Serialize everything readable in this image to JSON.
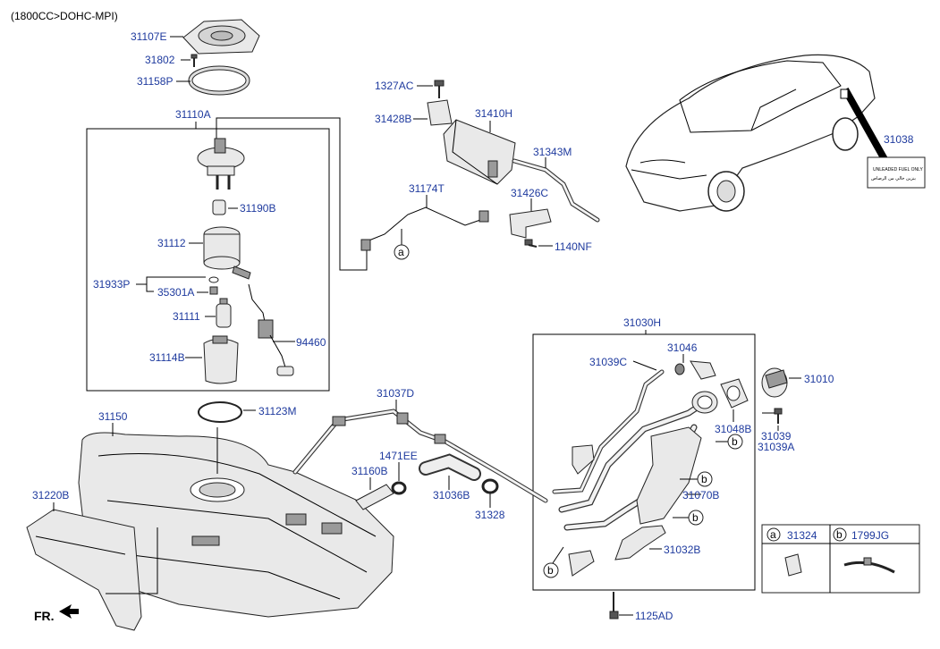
{
  "header": "(1800CC>DOHC-MPI)",
  "front_label": "FR.",
  "parts": {
    "p31107E": "31107E",
    "p31802": "31802",
    "p31158P": "31158P",
    "p31110A": "31110A",
    "p31190B": "31190B",
    "p31112": "31112",
    "p31933P": "31933P",
    "p35301A": "35301A",
    "p31111": "31111",
    "p94460": "94460",
    "p31114B": "31114B",
    "p31123M": "31123M",
    "p1327AC": "1327AC",
    "p31428B": "31428B",
    "p31410H": "31410H",
    "p31343M": "31343M",
    "p31174T": "31174T",
    "p31426C": "31426C",
    "p1140NF": "1140NF",
    "p31038": "31038",
    "p31030H": "31030H",
    "p31046": "31046",
    "p31039C": "31039C",
    "p31010": "31010",
    "p31048B": "31048B",
    "p31039": "31039",
    "p31039A": "31039A",
    "p31070B": "31070B",
    "p31032B": "31032B",
    "p1125AD": "1125AD",
    "p31037D": "31037D",
    "p1471EE": "1471EE",
    "p31160B": "31160B",
    "p31036B": "31036B",
    "p31328": "31328",
    "p31150": "31150",
    "p31220B": "31220B"
  },
  "legend": {
    "a_mark": "a",
    "a_part": "31324",
    "b_mark": "b",
    "b_part": "1799JG"
  },
  "callouts": {
    "a": "a",
    "b": "b"
  },
  "warning_label_lines": [
    "UNLEADED FUEL ONLY",
    "بنزين خالي من الرصاص"
  ]
}
